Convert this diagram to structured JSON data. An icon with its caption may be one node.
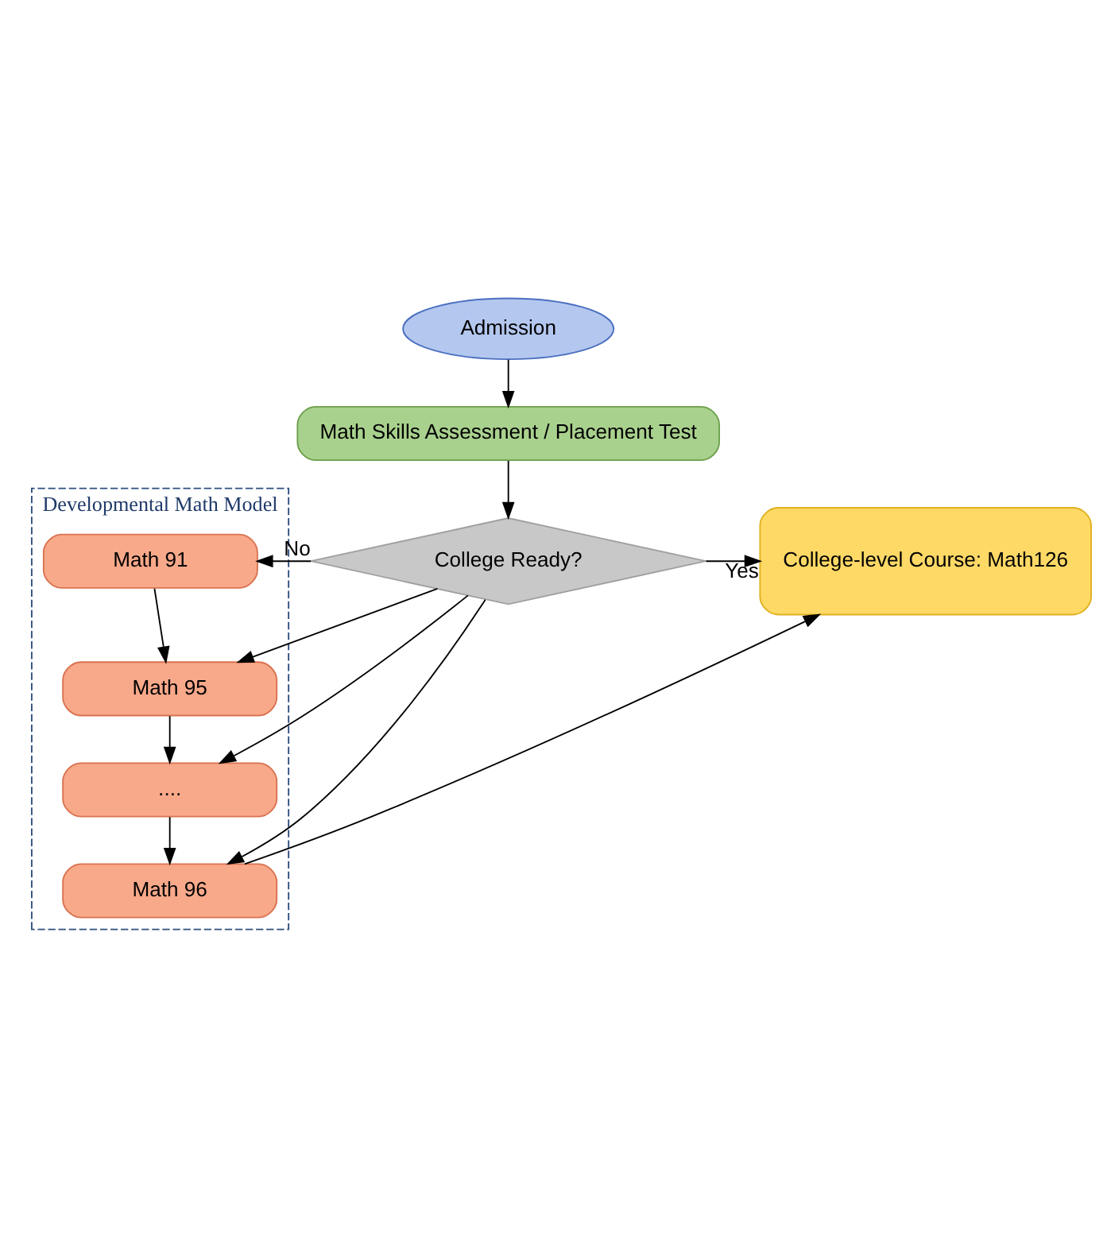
{
  "diagram": {
    "nodes": [
      {
        "text": [
          "Admission"
        ]
      },
      {
        "text": [
          "Math Skills Assessment / Placement Test"
        ]
      },
      {
        "text": [
          "College Ready?"
        ]
      },
      {
        "text": [
          "College-level Course: Math126"
        ]
      },
      {
        "text": [
          "Developmental Math Model"
        ]
      },
      {
        "text": [
          "Math 91"
        ],
        "in": 4
      },
      {
        "text": [
          "Math 95"
        ],
        "in": 4
      },
      {
        "text": [
          "...."
        ],
        "in": 4
      },
      {
        "text": [
          "Math 96"
        ],
        "in": 4
      }
    ],
    "edges": [
      {
        "from": 0,
        "to": 1,
        "arrow": "to"
      },
      {
        "from": 1,
        "to": 2,
        "arrow": "to"
      },
      {
        "from": 2,
        "to": 3,
        "arrow": "to",
        "label": "Yes"
      },
      {
        "from": 2,
        "to": 5,
        "arrow": "to",
        "label": "No"
      },
      {
        "from": 2,
        "to": 6,
        "arrow": "to"
      },
      {
        "from": 2,
        "to": 7,
        "arrow": "to"
      },
      {
        "from": 2,
        "to": 8,
        "arrow": "to"
      },
      {
        "from": 5,
        "to": 6,
        "arrow": "to"
      },
      {
        "from": 6,
        "to": 7,
        "arrow": "to"
      },
      {
        "from": 7,
        "to": 8,
        "arrow": "to"
      },
      {
        "from": 8,
        "to": 3,
        "arrow": "to"
      }
    ]
  }
}
